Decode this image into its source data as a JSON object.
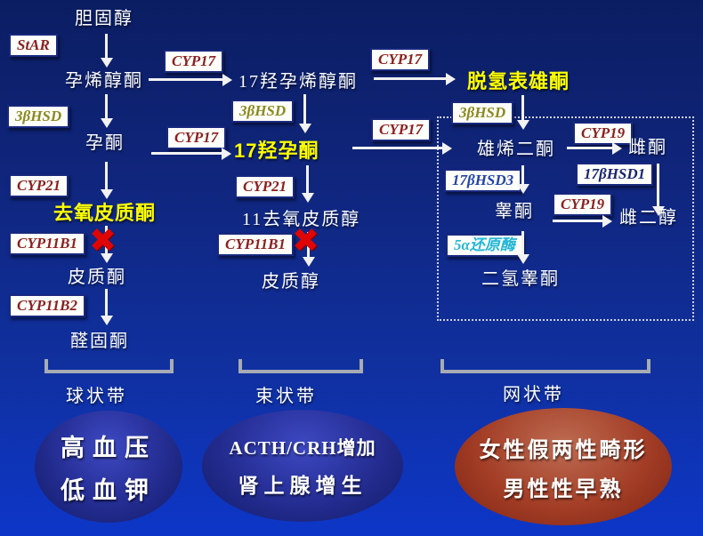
{
  "nodes": {
    "cholesterol": "胆固醇",
    "pregnenolone": "孕烯醇酮",
    "progesterone": "孕酮",
    "deoxycorticosterone": "去氧皮质酮",
    "corticosterone": "皮质酮",
    "aldosterone": "醛固酮",
    "oh_pregnenolone": "17羟孕烯醇酮",
    "oh_progesterone": "17羟孕酮",
    "deoxycortisol": "11去氧皮质醇",
    "cortisol": "皮质醇",
    "dhea": "脱氢表雄酮",
    "androstenedione": "雄烯二酮",
    "estrone": "雌酮",
    "testosterone": "睾酮",
    "estradiol": "雌二醇",
    "dht": "二氢睾酮"
  },
  "enzymes": {
    "star": "StAR",
    "cyp17": "CYP17",
    "hsd3b": "3βHSD",
    "cyp21": "CYP21",
    "cyp11b1": "CYP11B1",
    "cyp11b2": "CYP11B2",
    "cyp19": "CYP19",
    "hsd17b3": "17βHSD3",
    "hsd17b1": "17βHSD1",
    "reductase5a": "5α还原酶"
  },
  "zones": {
    "glomerulosa": "球状带",
    "fasciculata": "束状带",
    "reticularis": "网状带"
  },
  "outcomes": {
    "glomerulosa": {
      "line1": "高血压",
      "line2": "低血钾"
    },
    "fasciculata": {
      "line1": "ACTH/CRH增加",
      "line2": "肾上腺增生"
    },
    "reticularis": {
      "line1": "女性假两性畸形",
      "line2": "男性性早熟"
    }
  },
  "symbols": {
    "block": "✖"
  },
  "colors": {
    "background_top": "#0b1d62",
    "background_bottom": "#0d36c8",
    "highlight_yellow": "#ffff00",
    "block_x_red": "#e00505",
    "enzyme_red": "#8b2020",
    "enzyme_olive": "#8a8a20",
    "enzyme_blue": "#2343a8",
    "enzyme_navy": "#1a2470",
    "enzyme_cyan": "#25b6d6",
    "ellipse_blue": "#28319a",
    "ellipse_red": "#a33d26"
  }
}
